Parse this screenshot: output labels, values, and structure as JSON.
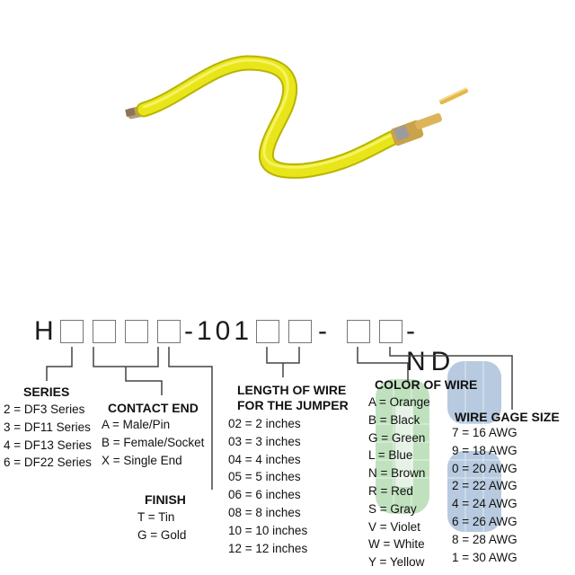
{
  "part_number": {
    "prefix": "H",
    "middle": "-101",
    "dash": "-",
    "suffix": "-ND"
  },
  "sections": {
    "series": {
      "title": "SERIES",
      "items": [
        "2 = DF3 Series",
        "3 = DF11 Series",
        "4 = DF13 Series",
        "6 = DF22 Series"
      ]
    },
    "contact_end": {
      "title": "CONTACT END",
      "items": [
        "A = Male/Pin",
        "B = Female/Socket",
        "X = Single End"
      ]
    },
    "finish": {
      "title": "FINISH",
      "items": [
        "T = Tin",
        "G = Gold"
      ]
    },
    "length": {
      "title_line1": "LENGTH OF WIRE",
      "title_line2": "FOR THE JUMPER",
      "items": [
        "02 = 2 inches",
        "03 = 3 inches",
        "04 = 4 inches",
        "05 = 5 inches",
        "06 = 6 inches",
        "08 = 8 inches",
        "10 = 10 inches",
        "12 = 12 inches"
      ]
    },
    "color": {
      "title": "COLOR OF WIRE",
      "items": [
        "A = Orange",
        "B = Black",
        "G = Green",
        "L = Blue",
        "N = Brown",
        "R = Red",
        "S = Gray",
        "V = Violet",
        "W = White",
        "Y = Yellow"
      ]
    },
    "gage": {
      "title": "WIRE GAGE SIZE",
      "items": [
        "7 = 16 AWG",
        "9 = 18 AWG",
        "0 = 20 AWG",
        "2 = 22 AWG",
        "4 = 24 AWG",
        "6 = 26 AWG",
        "8 = 28 AWG",
        "1 = 30 AWG"
      ]
    }
  },
  "colors": {
    "wire": "#e8e61a",
    "wire_highlight": "#f7f46a",
    "wire_shadow": "#b9b400",
    "connector_line": "#444444",
    "watermark_green": "#8ec98a",
    "watermark_blue": "#7d9fc7"
  },
  "image": {
    "subject": "yellow-jumper-wire-with-crimp-pin"
  }
}
